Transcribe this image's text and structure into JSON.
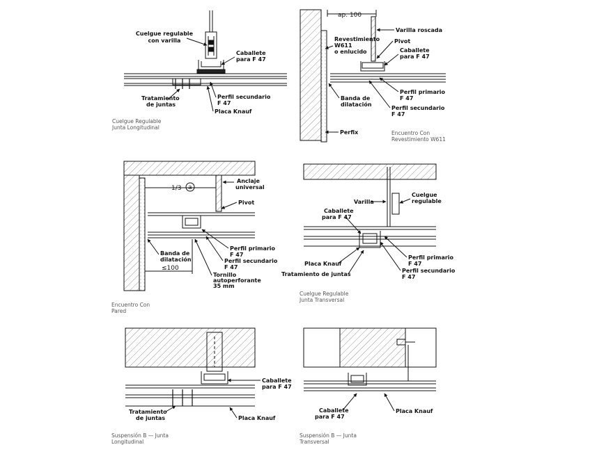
{
  "details": {
    "d1": {
      "caption": [
        "Cuelgue Regulable",
        "Junta Longitudinal"
      ],
      "labels": {
        "cuelgue": [
          "Cuelgue regulable",
          "con varilla"
        ],
        "caballete": [
          "Caballete",
          "para F 47"
        ],
        "tratamiento": [
          "Tratamiento",
          "de juntas"
        ],
        "perfil_secundario": [
          "Perfil secundario",
          "F 47"
        ],
        "placa": "Placa Knauf"
      }
    },
    "d2": {
      "caption": [
        "Encuentro Con",
        "Revestimiento W611"
      ],
      "dimension": "ap. 100",
      "labels": {
        "revestimiento": [
          "Revestimiento",
          "W611",
          "o enlucido"
        ],
        "varilla": "Varilla roscada",
        "pivot": "Pivot",
        "caballete": [
          "Caballete",
          "para F 47"
        ],
        "perfil_primario": [
          "Perfil primario",
          "F 47"
        ],
        "banda": [
          "Banda de",
          "dilatación"
        ],
        "perfil_secundario": [
          "Perfil secundario",
          "F 47"
        ],
        "perfix": "Perfix"
      }
    },
    "d3": {
      "caption": [
        "Encuentro Con",
        "Pared"
      ],
      "dimension": "1/3",
      "dimension_symbol": "a",
      "dimension_bottom": "≤100",
      "labels": {
        "anclaje": [
          "Anclaje",
          "universal"
        ],
        "pivot": "Pivot",
        "banda": [
          "Banda de",
          "dilatación"
        ],
        "perfil_primario": [
          "Perfil primario",
          "F 47"
        ],
        "perfil_secundario": [
          "Perfil secundario",
          "F 47"
        ],
        "tornillo": [
          "Tornillo",
          "autoperforante",
          "35 mm"
        ]
      }
    },
    "d4": {
      "caption": [
        "Cuelgue Regulable",
        "Junta Transversal"
      ],
      "labels": {
        "varilla": "Varilla",
        "cuelgue": [
          "Cuelgue",
          "regulable"
        ],
        "caballete": [
          "Caballete",
          "para F 47"
        ],
        "placa": "Placa Knauf",
        "tratamiento": "Tratamiento de juntas",
        "perfil_primario": [
          "Perfil primario",
          "F 47"
        ],
        "perfil_secundario": [
          "Perfil secundario",
          "F 47"
        ]
      }
    },
    "d5": {
      "caption": [
        "Suspensión B — Junta",
        "Longitudinal"
      ],
      "labels": {
        "caballete": [
          "Caballete",
          "para F 47"
        ],
        "tratamiento": [
          "Tratamiento",
          "de juntas"
        ],
        "placa": "Placa Knauf"
      }
    },
    "d6": {
      "caption": [
        "Suspensión B — Junta",
        "Transversal"
      ],
      "labels": {
        "caballete": [
          "Caballete",
          "para F 47"
        ],
        "placa": "Placa Knauf"
      }
    }
  }
}
